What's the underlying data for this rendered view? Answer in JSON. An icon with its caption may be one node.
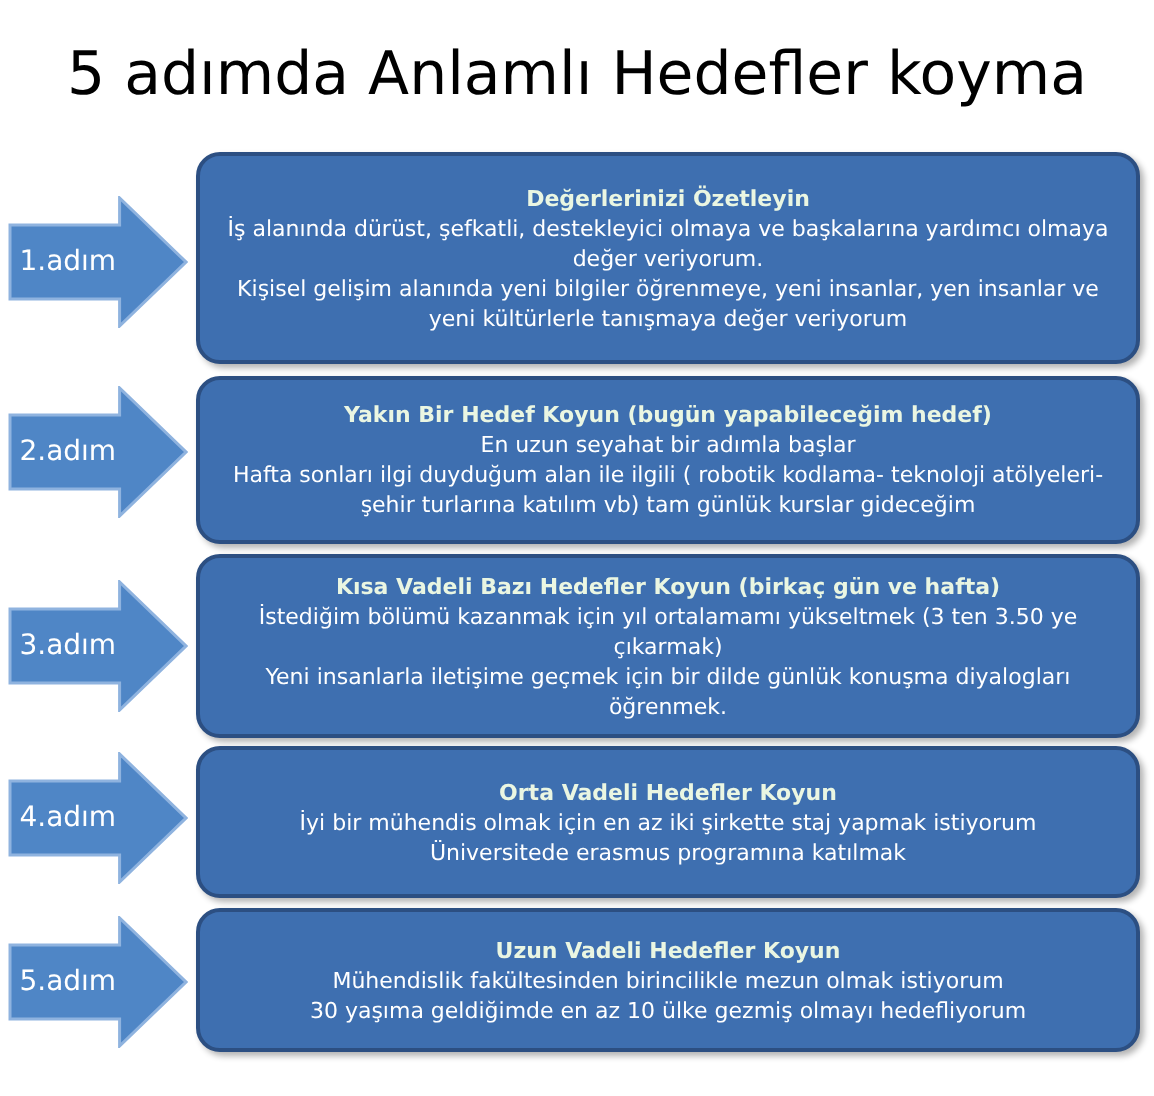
{
  "diagram": {
    "title": "5 adımda Anlamlı Hedefler koyma",
    "nodes": [
      {
        "text": [
          "1.adım"
        ]
      },
      {
        "text": [
          "Değerlerinizi Özetleyin",
          "İş alanında dürüst, şefkatli, destekleyici olmaya ve başkalarına yardımcı olmaya değer veriyorum.",
          "Kişisel gelişim alanında yeni bilgiler öğrenmeye, yeni insanlar, yen insanlar ve yeni kültürlerle tanışmaya değer veriyorum"
        ]
      },
      {
        "text": [
          "2.adım"
        ]
      },
      {
        "text": [
          "Yakın Bir Hedef Koyun (bugün yapabileceğim hedef)",
          "En uzun seyahat bir adımla başlar",
          "Hafta sonları ilgi duyduğum alan ile ilgili ( robotik kodlama- teknoloji atölyeleri-şehir turlarına katılım vb) tam günlük kurslar gideceğim"
        ]
      },
      {
        "text": [
          "3.adım"
        ]
      },
      {
        "text": [
          "Kısa Vadeli Bazı Hedefler Koyun (birkaç gün ve hafta)",
          "İstediğim bölümü kazanmak için yıl ortalamamı yükseltmek (3 ten 3.50 ye çıkarmak)",
          "Yeni insanlarla iletişime geçmek için bir dilde günlük konuşma diyalogları öğrenmek."
        ]
      },
      {
        "text": [
          "4.adım"
        ]
      },
      {
        "text": [
          "Orta Vadeli Hedefler Koyun",
          "İyi bir mühendis olmak için en az iki şirkette staj yapmak istiyorum",
          "Üniversitede erasmus programına katılmak"
        ]
      },
      {
        "text": [
          "5.adım"
        ]
      },
      {
        "text": [
          "Uzun Vadeli Hedefler Koyun",
          "Mühendislik fakültesinden birincilikle mezun olmak istiyorum",
          "30 yaşıma geldiğimde en az 10 ülke gezmiş olmayı hedefliyorum"
        ]
      }
    ]
  }
}
